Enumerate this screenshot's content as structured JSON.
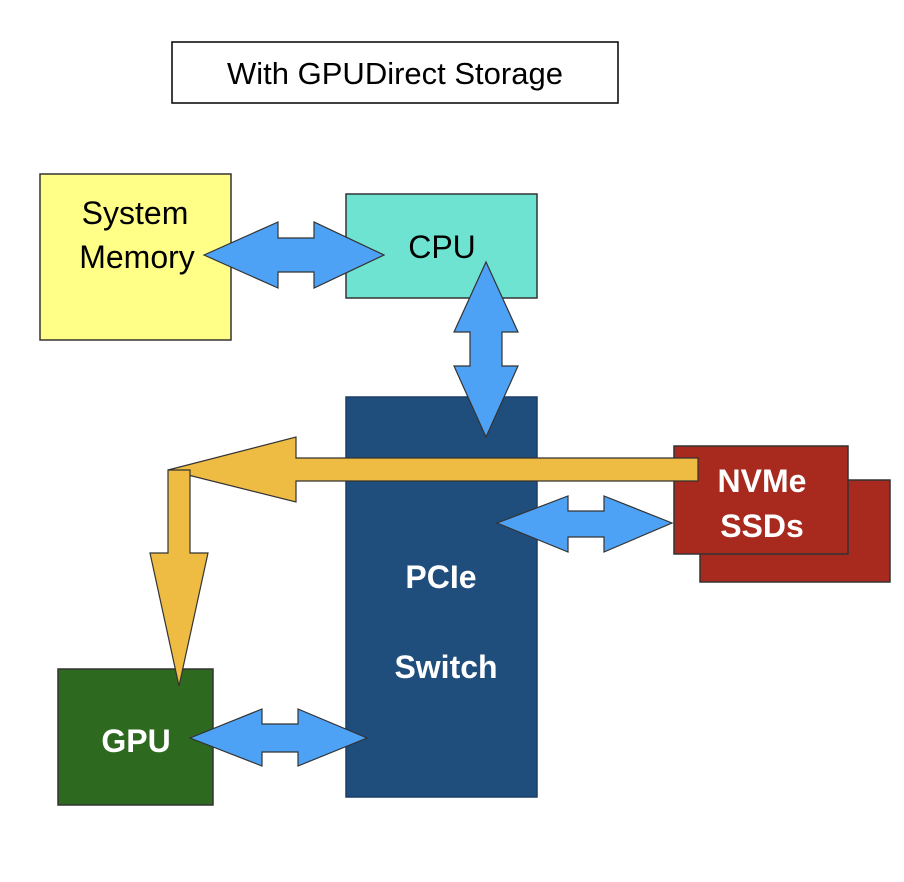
{
  "diagram": {
    "title": "With GPUDirect Storage",
    "nodes": {
      "system_memory": {
        "lines": [
          "System",
          "Memory"
        ],
        "fill": "#FFFF88",
        "text_color": "#000000"
      },
      "cpu": {
        "label": "CPU",
        "fill": "#6FE3D1",
        "text_color": "#000000"
      },
      "pcie_switch": {
        "line1": "PCIe",
        "line2": "Switch",
        "fill": "#1F4E7D",
        "text_color": "#FFFFFF"
      },
      "nvme_ssds": {
        "line1": "NVMe",
        "line2": "SSDs",
        "fill": "#A8291E",
        "text_color": "#FFFFFF"
      },
      "gpu": {
        "label": "GPU",
        "fill": "#2D6A1F",
        "text_color": "#FFFFFF"
      }
    },
    "connector_colors": {
      "bidirectional": "#4EA2F6",
      "direct_data_path": "#EEBC42"
    }
  }
}
